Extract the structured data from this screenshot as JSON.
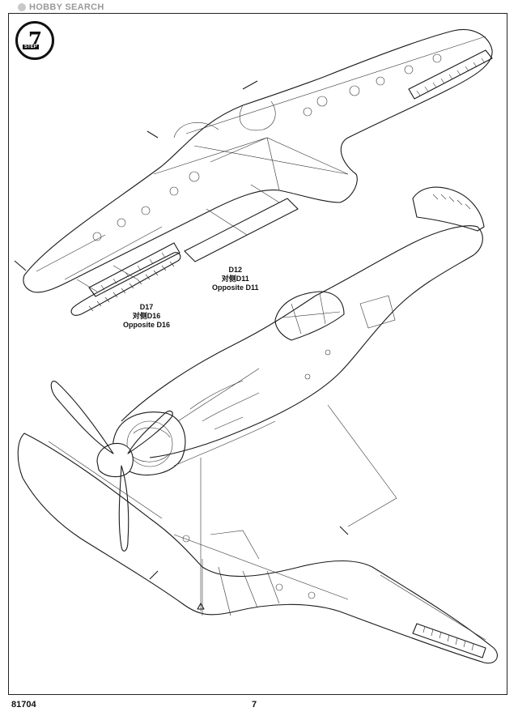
{
  "watermark": {
    "text": "HOBBY SEARCH"
  },
  "step": {
    "word": "STEP",
    "number": "7"
  },
  "callouts": {
    "d12": {
      "part": "D12",
      "cn": "对侧D11",
      "en": "Opposite D11"
    },
    "d17": {
      "part": "D17",
      "cn": "对侧D16",
      "en": "Opposite D16"
    }
  },
  "footer": {
    "product_code": "81704",
    "page_number": "7"
  }
}
